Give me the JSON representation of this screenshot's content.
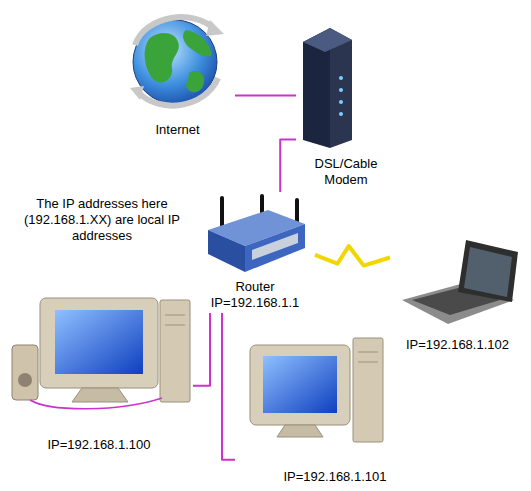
{
  "diagram": {
    "nodes": [
      {
        "text": [
          "Internet"
        ]
      },
      {
        "text": [
          "DSL/Cable Modem"
        ]
      },
      {
        "text": [
          "Router",
          "IP=192.168.1.1"
        ]
      },
      {
        "text": [
          "IP=192.168.1.102"
        ]
      },
      {
        "text": [
          "IP=192.168.1.100"
        ]
      },
      {
        "text": [
          "IP=192.168.1.101"
        ]
      }
    ],
    "edges": [
      {
        "from": 0,
        "to": 1,
        "arrow": "none"
      },
      {
        "from": 1,
        "to": 2,
        "arrow": "none"
      },
      {
        "from": 2,
        "to": 3,
        "arrow": "none"
      },
      {
        "from": 2,
        "to": 4,
        "arrow": "none"
      },
      {
        "from": 2,
        "to": 5,
        "arrow": "none"
      }
    ],
    "labels": [
      "The IP addresses here (192.168.1.XX) are local IP addresses"
    ]
  }
}
